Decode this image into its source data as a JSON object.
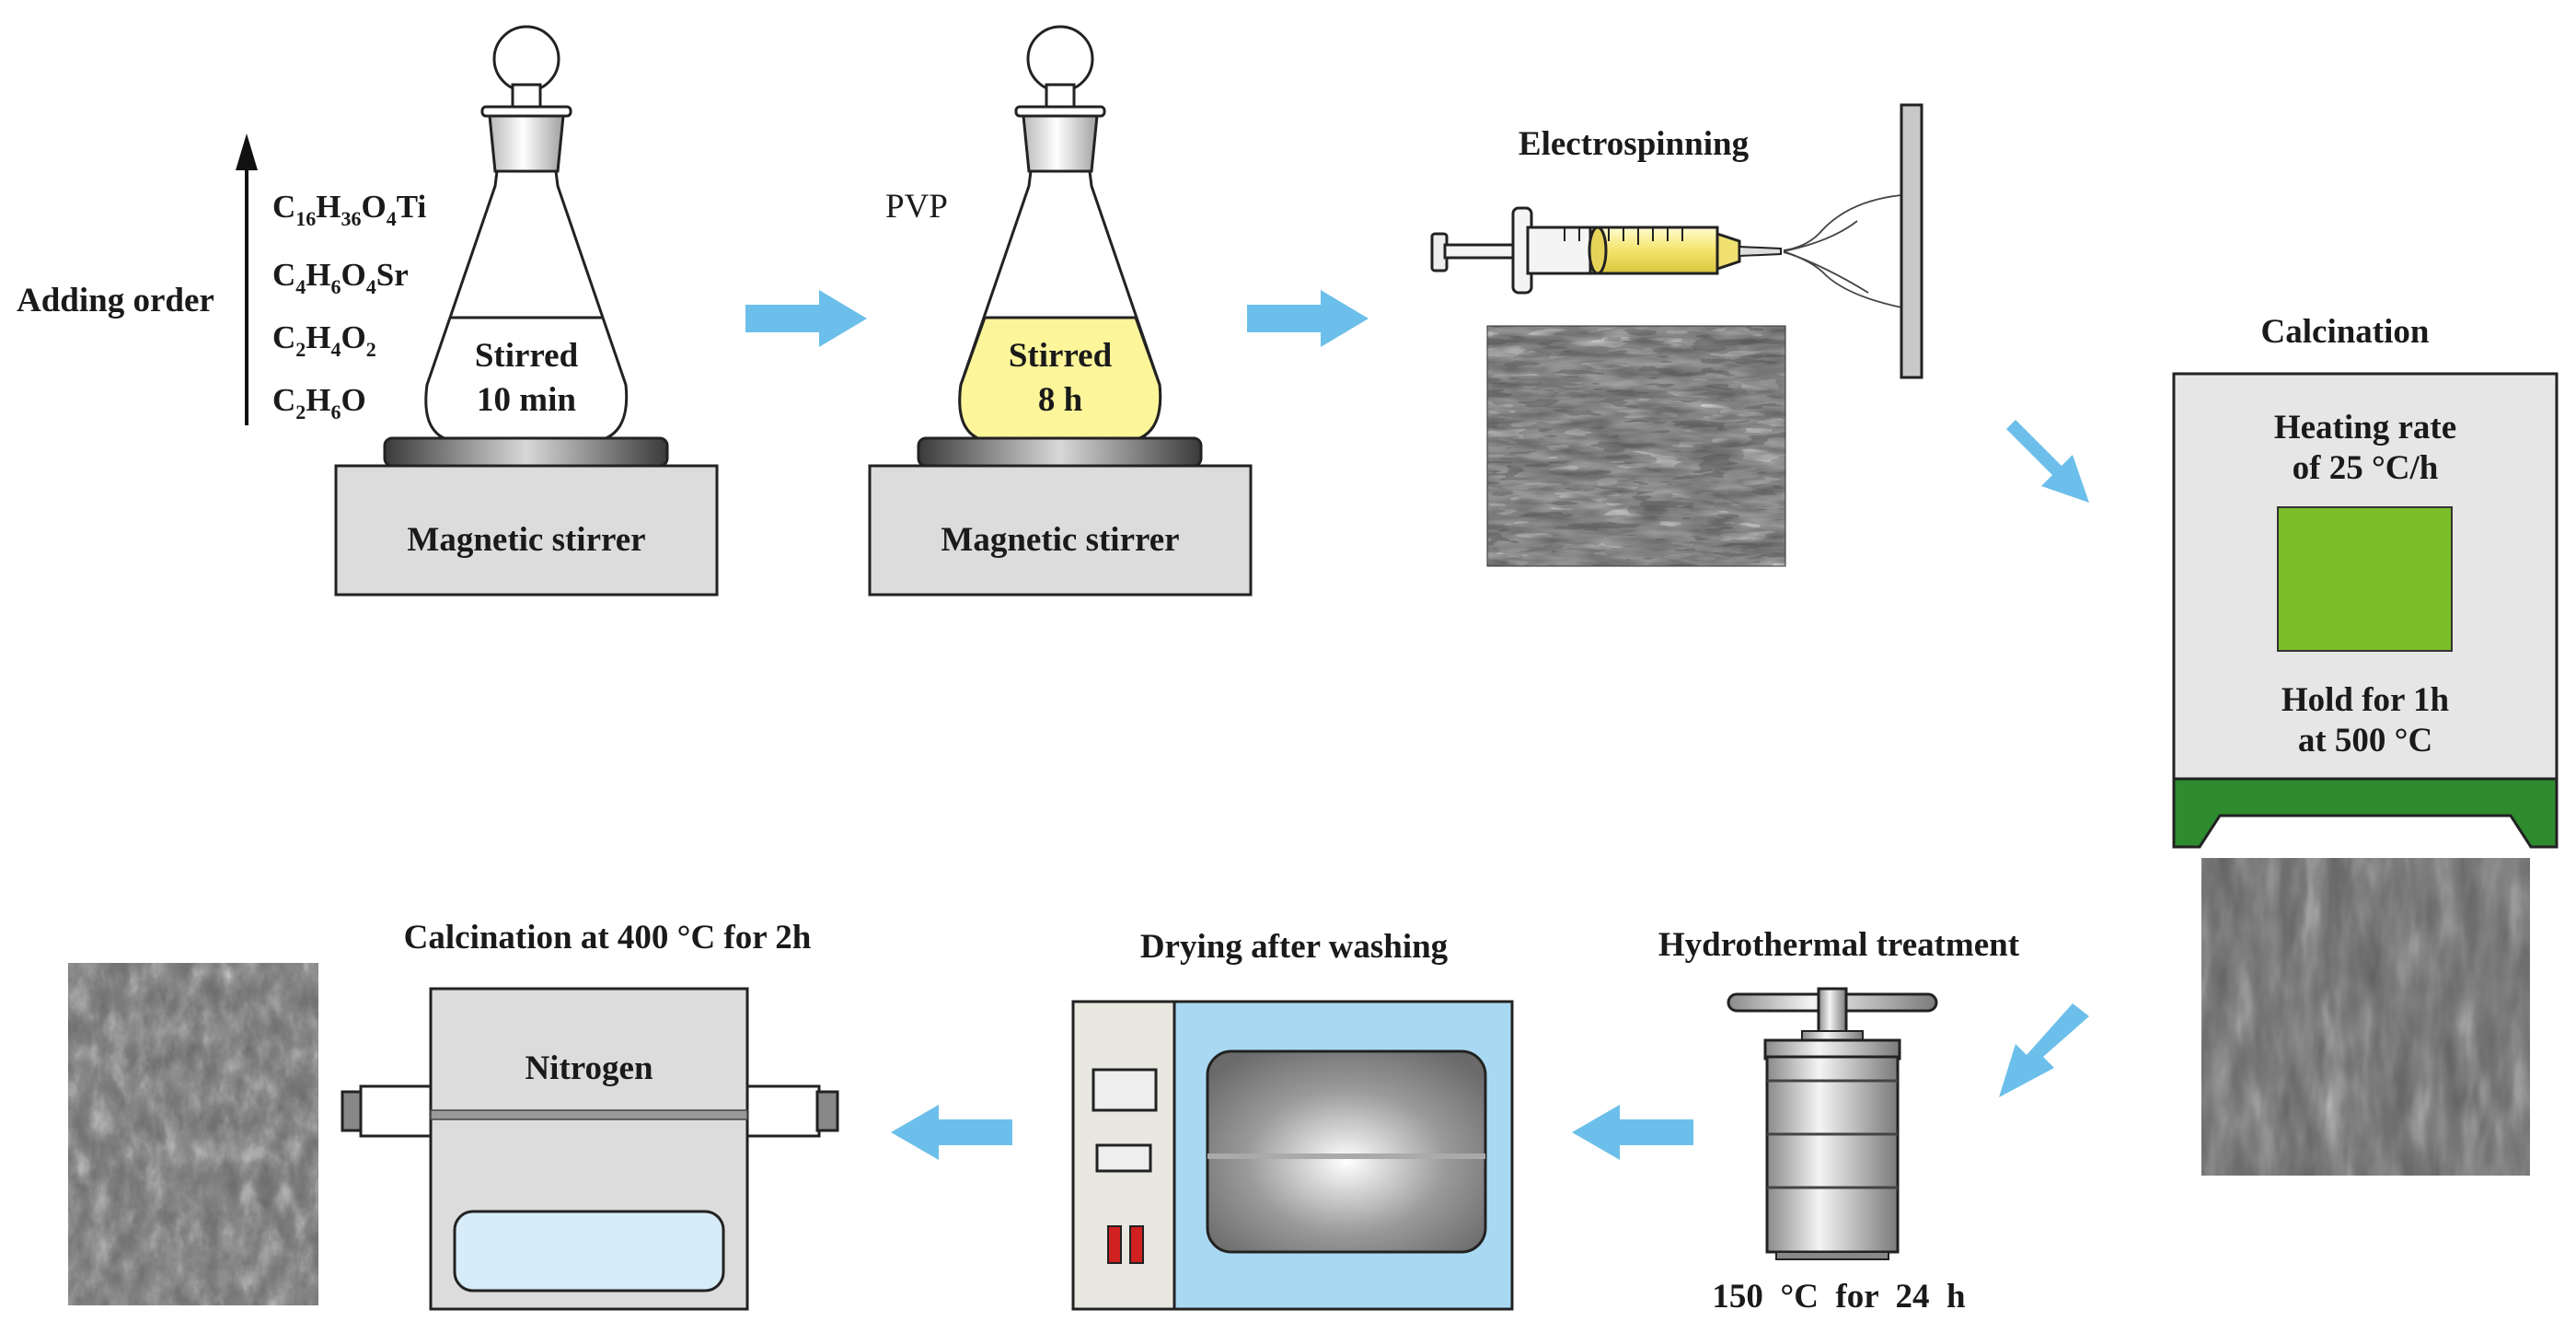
{
  "step1": {
    "adding_order_label": "Adding order",
    "reagents": [
      {
        "parts": [
          [
            "C",
            ""
          ],
          [
            "16",
            "sub"
          ],
          [
            "H",
            ""
          ],
          [
            "36",
            "sub"
          ],
          [
            "O",
            ""
          ],
          [
            "4",
            "sub"
          ],
          [
            "Ti",
            ""
          ]
        ]
      },
      {
        "parts": [
          [
            "C",
            ""
          ],
          [
            "4",
            "sub"
          ],
          [
            "H",
            ""
          ],
          [
            "6",
            "sub"
          ],
          [
            "O",
            ""
          ],
          [
            "4",
            "sub"
          ],
          [
            "Sr",
            ""
          ]
        ]
      },
      {
        "parts": [
          [
            "C",
            ""
          ],
          [
            "2",
            "sub"
          ],
          [
            "H",
            ""
          ],
          [
            "4",
            "sub"
          ],
          [
            "O",
            ""
          ],
          [
            "2",
            "sub"
          ]
        ]
      },
      {
        "parts": [
          [
            "C",
            ""
          ],
          [
            "2",
            "sub"
          ],
          [
            "H",
            ""
          ],
          [
            "6",
            "sub"
          ],
          [
            "O",
            ""
          ]
        ]
      }
    ],
    "flask_line1": "Stirred",
    "flask_line2": "10 min",
    "stirrer_label": "Magnetic stirrer"
  },
  "step2": {
    "additive_label": "PVP",
    "flask_line1": "Stirred",
    "flask_line2": "8 h",
    "stirrer_label": "Magnetic stirrer"
  },
  "step3": {
    "title": "Electrospinning"
  },
  "step4": {
    "title": "Calcination",
    "rate_line1": "Heating rate",
    "rate_line2": "of 25 °C/h",
    "hold_line1": "Hold for 1h",
    "hold_line2": "at 500 °C"
  },
  "step5": {
    "title": "Hydrothermal treatment",
    "condition": "150  °C  for  24  h"
  },
  "step6": {
    "title": "Drying after washing"
  },
  "step7": {
    "title": "Calcination at 400 °C for 2h",
    "tube_label": "Nitrogen"
  },
  "colors": {
    "arrow": "#6cbfea",
    "solution_yellow": "#fdf59a",
    "furnace_green": "#2e8b2e",
    "sample_green": "#7cbd2a",
    "oven_blue": "#a9d9f2",
    "tube_liquid": "#d7ecf9",
    "equipment_gray": "#dcdcdc"
  }
}
